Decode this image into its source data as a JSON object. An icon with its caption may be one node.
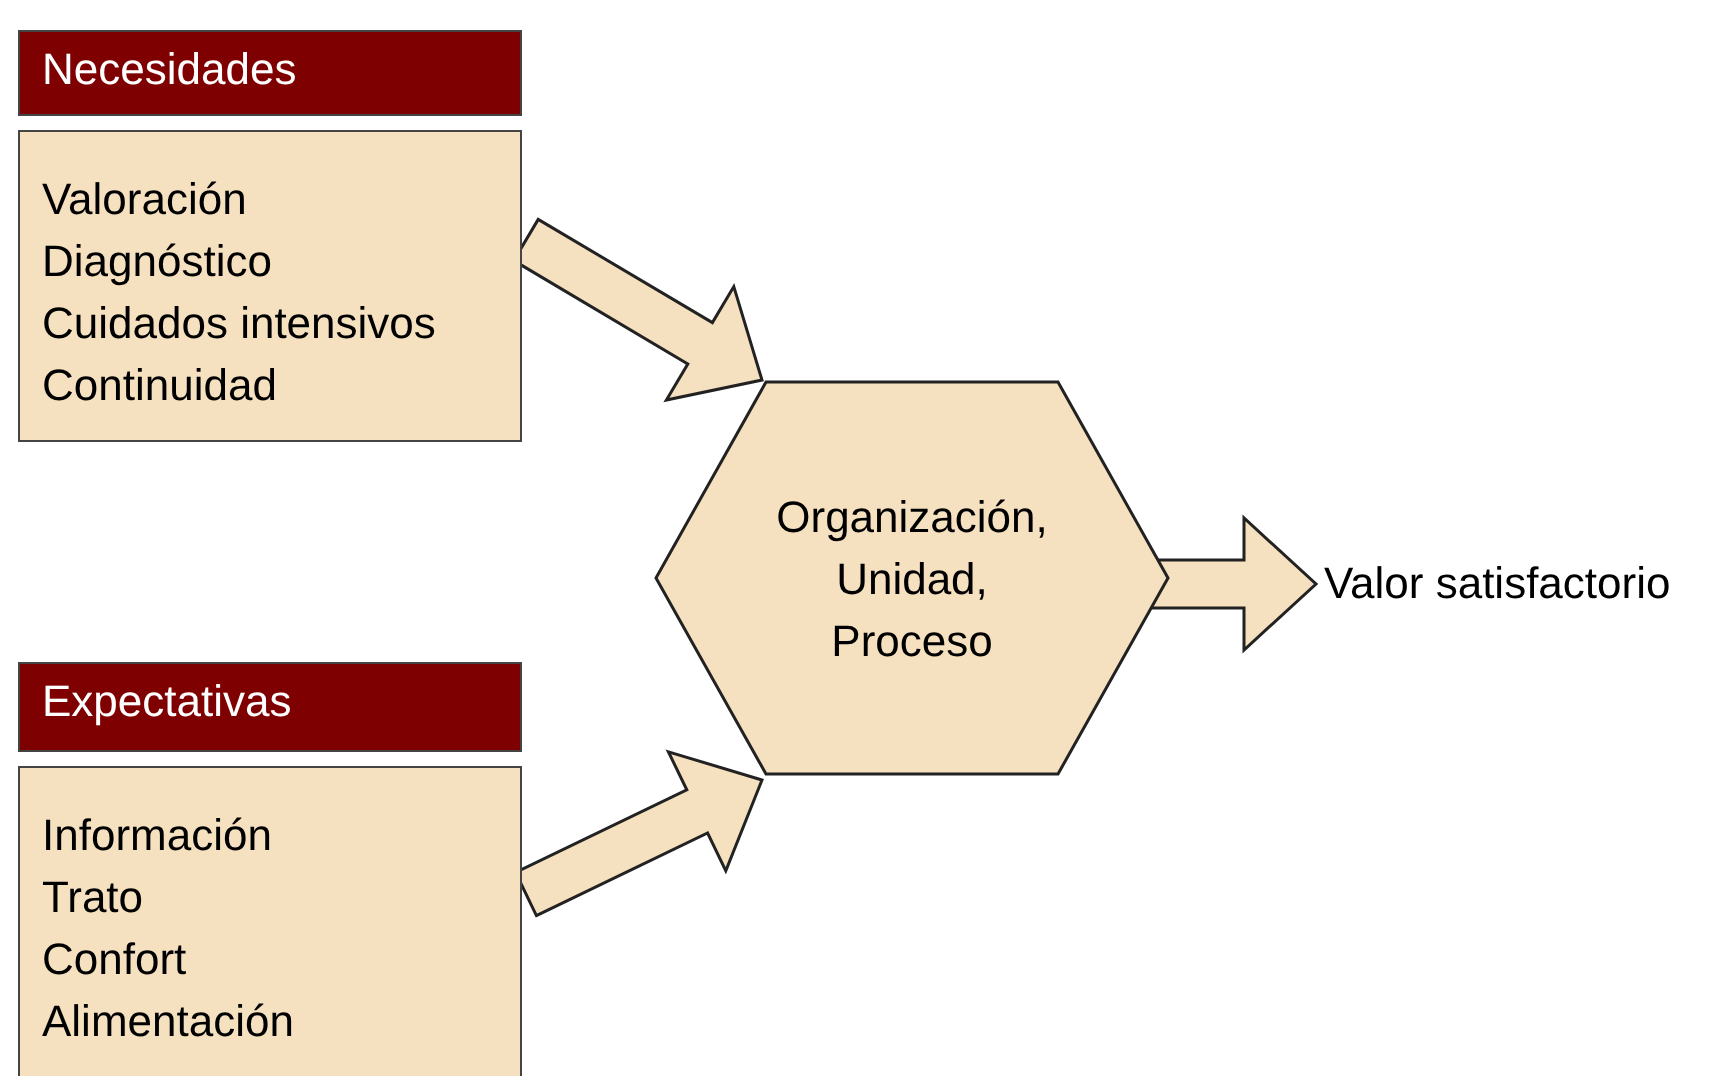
{
  "diagram": {
    "nodes": [
      {
        "text": [
          "Necesidades"
        ]
      },
      {
        "text": [
          "Valoración",
          "Diagnóstico",
          "Cuidados intensivos",
          "Continuidad"
        ]
      },
      {
        "text": [
          "Expectativas"
        ]
      },
      {
        "text": [
          "Información",
          "Trato",
          "Confort",
          "Alimentación"
        ]
      },
      {
        "text": [
          "Organización, Unidad, Proceso"
        ]
      },
      {
        "text": [
          "Valor satisfactorio"
        ]
      }
    ],
    "edges": [
      {
        "from": 1,
        "to": 4,
        "arrow": "to",
        "style": "thick"
      },
      {
        "from": 3,
        "to": 4,
        "arrow": "to",
        "style": "thick"
      },
      {
        "from": 4,
        "to": 5,
        "arrow": "to",
        "style": "thick"
      }
    ]
  }
}
